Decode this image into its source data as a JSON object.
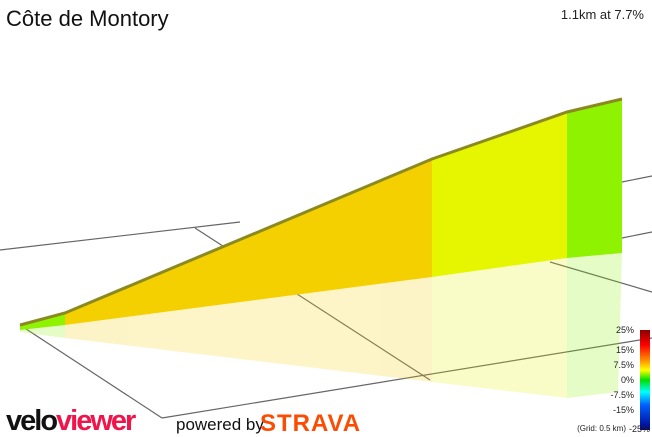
{
  "title": "Côte de Montory",
  "summary": "1.1km at 7.7%",
  "legend": {
    "ticks": [
      "25%",
      "15%",
      "7.5%",
      "0%",
      "-7.5%",
      "-15%",
      "-25%"
    ],
    "grid_note": "(Grid: 0.5 km)"
  },
  "segment_colors": [
    "#8ef200",
    "#f5d000",
    "#e6f500",
    "#8ef200"
  ],
  "footer": {
    "logo_part1": "velo",
    "logo_part2": "viewer",
    "powered_by": "powered by",
    "strava": "STRAVA"
  }
}
